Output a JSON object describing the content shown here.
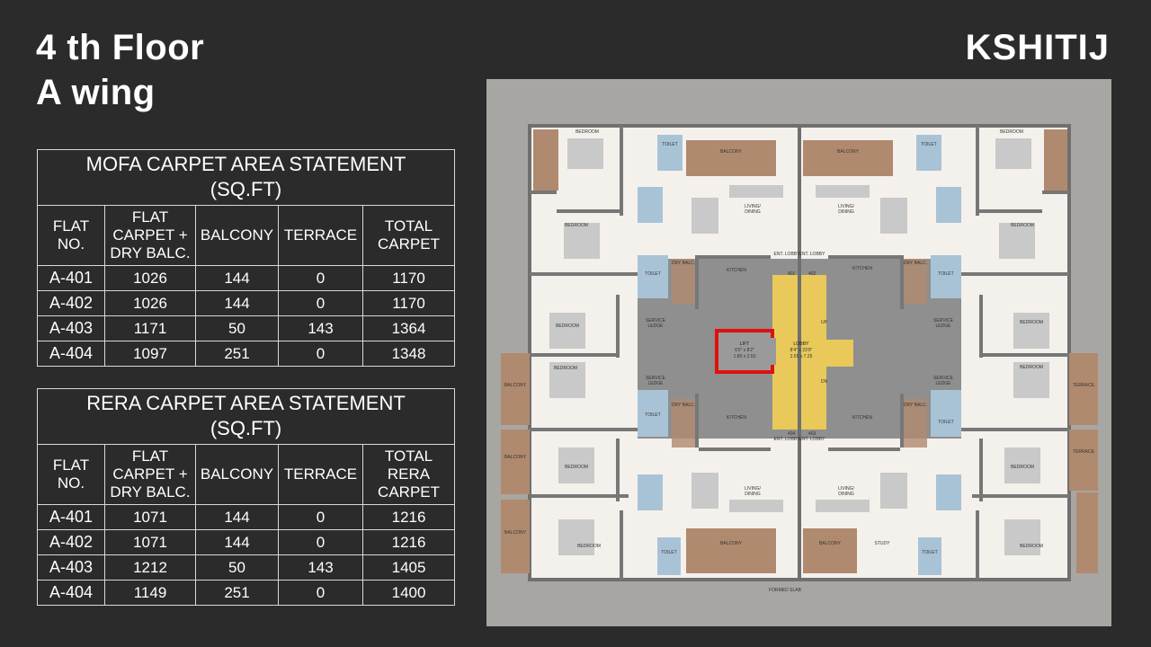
{
  "header": {
    "floor": "4 th Floor",
    "wing": "A wing",
    "brand": "KSHITIJ"
  },
  "mofa": {
    "title_line1": "MOFA CARPET AREA STATEMENT",
    "title_line2": "(SQ.FT)",
    "columns": [
      "FLAT\nNO.",
      "FLAT\nCARPET +\nDRY BALC.",
      "BALCONY",
      "TERRACE",
      "TOTAL\nCARPET"
    ],
    "rows": [
      [
        "A-401",
        "1026",
        "144",
        "0",
        "1170"
      ],
      [
        "A-402",
        "1026",
        "144",
        "0",
        "1170"
      ],
      [
        "A-403",
        "1171",
        "50",
        "143",
        "1364"
      ],
      [
        "A-404",
        "1097",
        "251",
        "0",
        "1348"
      ]
    ]
  },
  "rera": {
    "title_line1": "RERA CARPET AREA STATEMENT",
    "title_line2": "(SQ.FT)",
    "columns": [
      "FLAT\nNO.",
      "FLAT\nCARPET +\nDRY BALC.",
      "BALCONY",
      "TERRACE",
      "TOTAL\nRERA\nCARPET"
    ],
    "rows": [
      [
        "A-401",
        "1071",
        "144",
        "0",
        "1216"
      ],
      [
        "A-402",
        "1071",
        "144",
        "0",
        "1216"
      ],
      [
        "A-403",
        "1212",
        "50",
        "143",
        "1405"
      ],
      [
        "A-404",
        "1149",
        "251",
        "0",
        "1400"
      ]
    ]
  },
  "plan": {
    "colors": {
      "wall": "#6f6f6f",
      "floor": "#f4f1ec",
      "balcony": "#b08a6e",
      "toilet": "#a9c3d6",
      "lobby": "#e8c95a",
      "lift_highlight": "#e01010",
      "core": "#8f8f8f"
    },
    "labels": {
      "lift": "LIFT",
      "lift_dim1": "6'0\" x 8'2\"",
      "lift_dim2": "1.80 x 2.50",
      "lobby": "LOBBY",
      "lobby_dim1": "8'4\" x 23'9\"",
      "lobby_dim2": "2.55 x 7.25",
      "up": "UP",
      "dn": "DN",
      "formed_slab": "FORMED SLAB",
      "flat_401": "401",
      "flat_402": "402",
      "flat_403": "403",
      "flat_404": "404",
      "bedroom": "BEDROOM",
      "balcony": "BALCONY",
      "toilet": "TOILET",
      "kitchen": "KITCHEN",
      "living": "LIVING/",
      "dining": "DINING",
      "dry_balc": "DRY BALC.",
      "service_ledge": "SERVICE",
      "ledge": "LEDGE",
      "terrace": "TERRACE",
      "study": "STUDY",
      "ent_lobby": "ENT. LOBBY"
    }
  }
}
